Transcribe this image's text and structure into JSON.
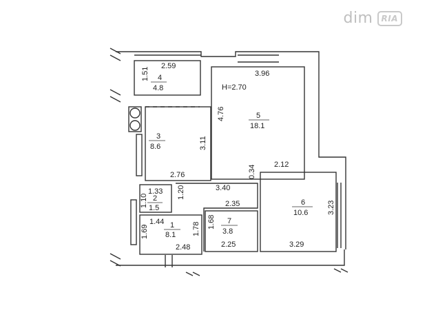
{
  "watermark": {
    "brand": "dim",
    "badge": "RIA"
  },
  "height_label": "H=2.70",
  "rooms": [
    {
      "id": "1",
      "number": "1",
      "area": "8.1"
    },
    {
      "id": "2",
      "number": "2",
      "area": "1.5"
    },
    {
      "id": "3",
      "number": "3",
      "area": "8.6"
    },
    {
      "id": "4",
      "number": "4",
      "area": "4.8"
    },
    {
      "id": "5",
      "number": "5",
      "area": "18.1"
    },
    {
      "id": "6",
      "number": "6",
      "area": "10.6"
    },
    {
      "id": "7",
      "number": "7",
      "area": "3.8"
    }
  ],
  "dimensions": {
    "d_2_59": "2.59",
    "d_1_51": "1.51",
    "d_3_96": "3.96",
    "d_4_76": "4.76",
    "d_3_11": "3.11",
    "d_2_76": "2.76",
    "d_0_34": "0.34",
    "d_2_12": "2.12",
    "d_3_40": "3.40",
    "d_1_33": "1.33",
    "d_1_10": "1.10",
    "d_1_20": "1.20",
    "d_2_35": "2.35",
    "d_1_44": "1.44",
    "d_1_78": "1.78",
    "d_1_68": "1.68",
    "d_1_69": "1.69",
    "d_2_48": "2.48",
    "d_2_25": "2.25",
    "d_3_29": "3.29",
    "d_3_23": "3.23"
  }
}
